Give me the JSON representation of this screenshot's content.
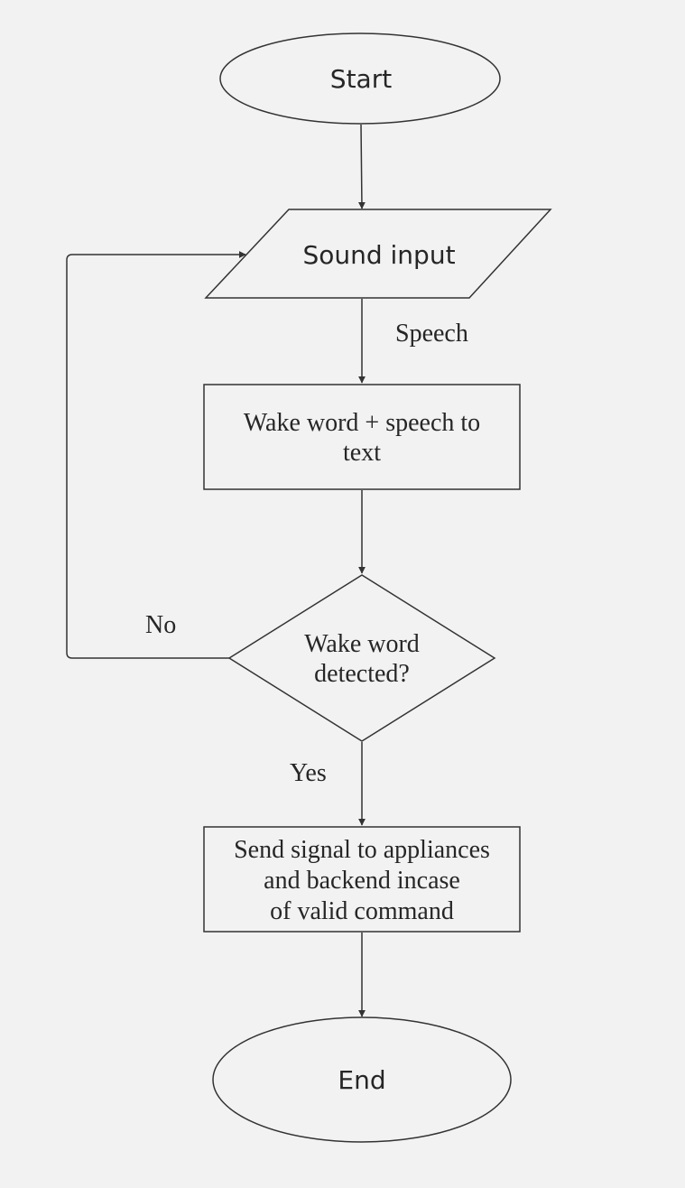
{
  "colors": {
    "background": "#f2f2f2",
    "stroke": "#333333",
    "text": "#262626"
  },
  "nodes": {
    "start": {
      "label": "Start"
    },
    "sound_input": {
      "label": "Sound input"
    },
    "wake_word_stt": {
      "line1": "Wake word + speech to",
      "line2": "text"
    },
    "decision": {
      "line1": "Wake word",
      "line2": "detected?"
    },
    "send_signal": {
      "line1": "Send signal to appliances",
      "line2": "and backend incase",
      "line3": "of valid command"
    },
    "end": {
      "label": "End"
    }
  },
  "edges": {
    "speech": "Speech",
    "no": "No",
    "yes": "Yes"
  }
}
